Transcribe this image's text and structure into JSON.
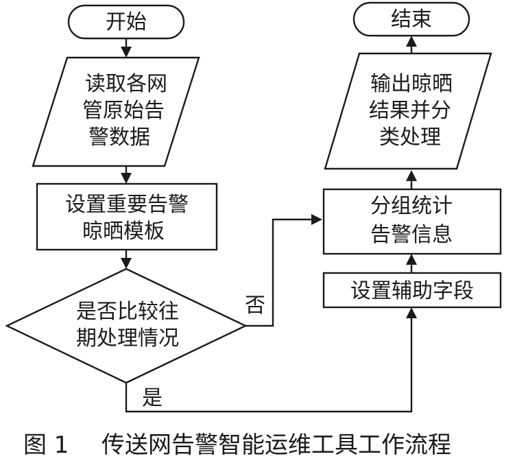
{
  "nodes": {
    "start": [
      "开始"
    ],
    "read": [
      "读取各网",
      "管原始告",
      "警数据"
    ],
    "template": [
      "设置重要告警",
      "晾晒模板"
    ],
    "decision": [
      "是否比较往",
      "期处理情况"
    ],
    "aux": [
      "设置辅助字段"
    ],
    "group": [
      "分组统计",
      "告警信息"
    ],
    "output": [
      "输出晾晒",
      "结果并分",
      "类处理"
    ],
    "end": [
      "结束"
    ]
  },
  "edges": {
    "no_label": "否",
    "yes_label": "是"
  },
  "caption": {
    "number": "图 1",
    "title": "传送网告警智能运维工具工作流程"
  }
}
